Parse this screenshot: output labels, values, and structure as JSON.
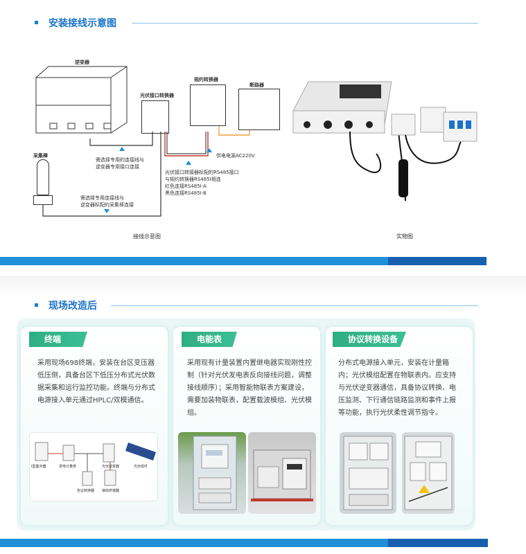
{
  "section1": {
    "title": "安装接线示意图",
    "diagram": {
      "inverter": "逆变器",
      "pv_converter": "光伏接口转换器",
      "protocol_converter": "规约转换器",
      "breaker": "断路器",
      "collector": "采集棒",
      "note_interface_1": "需选择专用的连接线与",
      "note_interface_2": "逆变器专用接口连接",
      "note_collector_1": "需选择专用连接线与",
      "note_collector_2": "逆变器标配的采集棒连接",
      "note_rs485_1": "光伏接口转接器标配的RS485接口",
      "note_rs485_2": "与规约转换器RS485I相连",
      "note_rs485_3": "红色连接RS485I-A",
      "note_rs485_4": "黑色连接RS485I-B",
      "note_power": "供电电源AC220V",
      "caption": "接线示意图"
    },
    "photo_caption": "实物图"
  },
  "section2": {
    "title": "现场改造后",
    "cards": [
      {
        "tag": "终端",
        "text": "采用现场698终端，安装在台区变压器低压侧，具备台区下低压分布式光伏数据采集和运行监控功能。终端与分布式电源接入单元通过HPLC/双模通信。",
        "diagram_labels": [
          "I型集中器",
          "发电计量表",
          "光伏逆变器",
          "光伏组件",
          "协议转换器",
          "接收终端器"
        ]
      },
      {
        "tag": "电能表",
        "text": "采用现有计量装置内置继电器实现刚性控制（针对光伏发电表反向接线问题，调整接线顺序）；采用智能物联表方案建设，需要加装物联表，配置载波模组、光伏模组。"
      },
      {
        "tag": "协议转换设备",
        "text": "分布式电源接入单元，安装在计量箱内；光伏模组配置在物联表内。应支持与光伏逆变器通信，具备协议转换、电压监测、下行通信链路监测和事件上报等功能，执行光伏柔性调节指令。"
      }
    ]
  },
  "colors": {
    "accent": "#1a73c8",
    "tag": "#2fae82",
    "band_light": "#1e90d8",
    "band_dark": "#1760b0"
  }
}
